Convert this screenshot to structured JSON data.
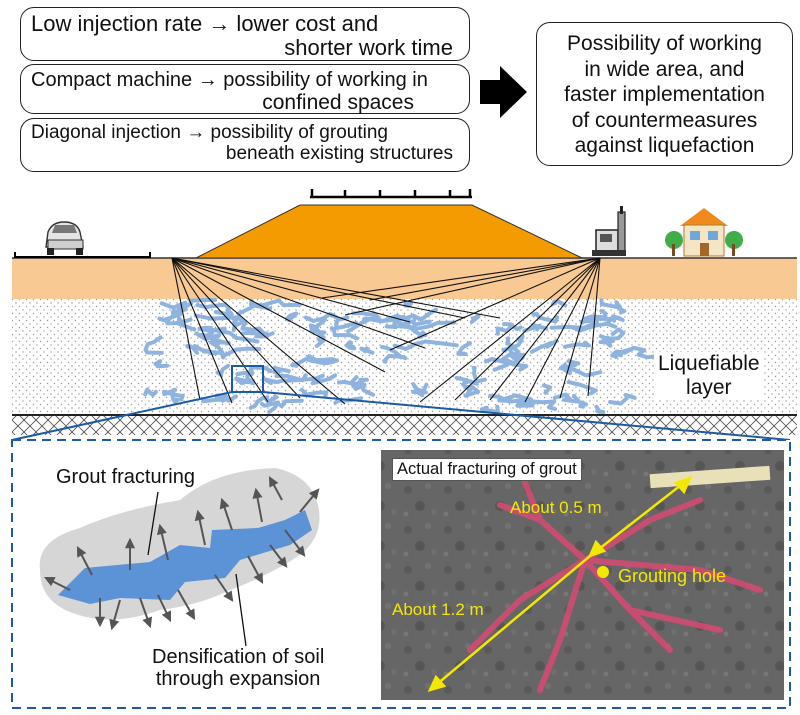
{
  "boxes": {
    "b1": {
      "line1": "Low injection rate → lower cost and",
      "line2": "shorter work time"
    },
    "b2": {
      "line1": "Compact machine → possibility of working in",
      "line2": "confined spaces"
    },
    "b3": {
      "line1": "Diagonal injection → possibility of grouting",
      "line2": "beneath existing structures"
    },
    "result": {
      "line1": "Possibility of working",
      "line2": "in wide area, and",
      "line3": "faster implementation",
      "line4": "of countermeasures",
      "line5": "against liquefaction"
    }
  },
  "labels": {
    "liquefiable_1": "Liquefiable",
    "liquefiable_2": "layer",
    "grout_fracturing": "Grout fracturing",
    "densification_1": "Densification of soil",
    "densification_2": "through expansion",
    "photo_caption": "Actual fracturing of grout",
    "about_05": "About 0.5 m",
    "about_12": "About 1.2 m",
    "grouting_hole": "Grouting hole"
  },
  "colors": {
    "embankment": "#f39b00",
    "topsoil": "#f8c992",
    "grout": "#8fb3df",
    "border_blue": "#1c5aa6",
    "annotation_yellow": "#f5e800"
  }
}
